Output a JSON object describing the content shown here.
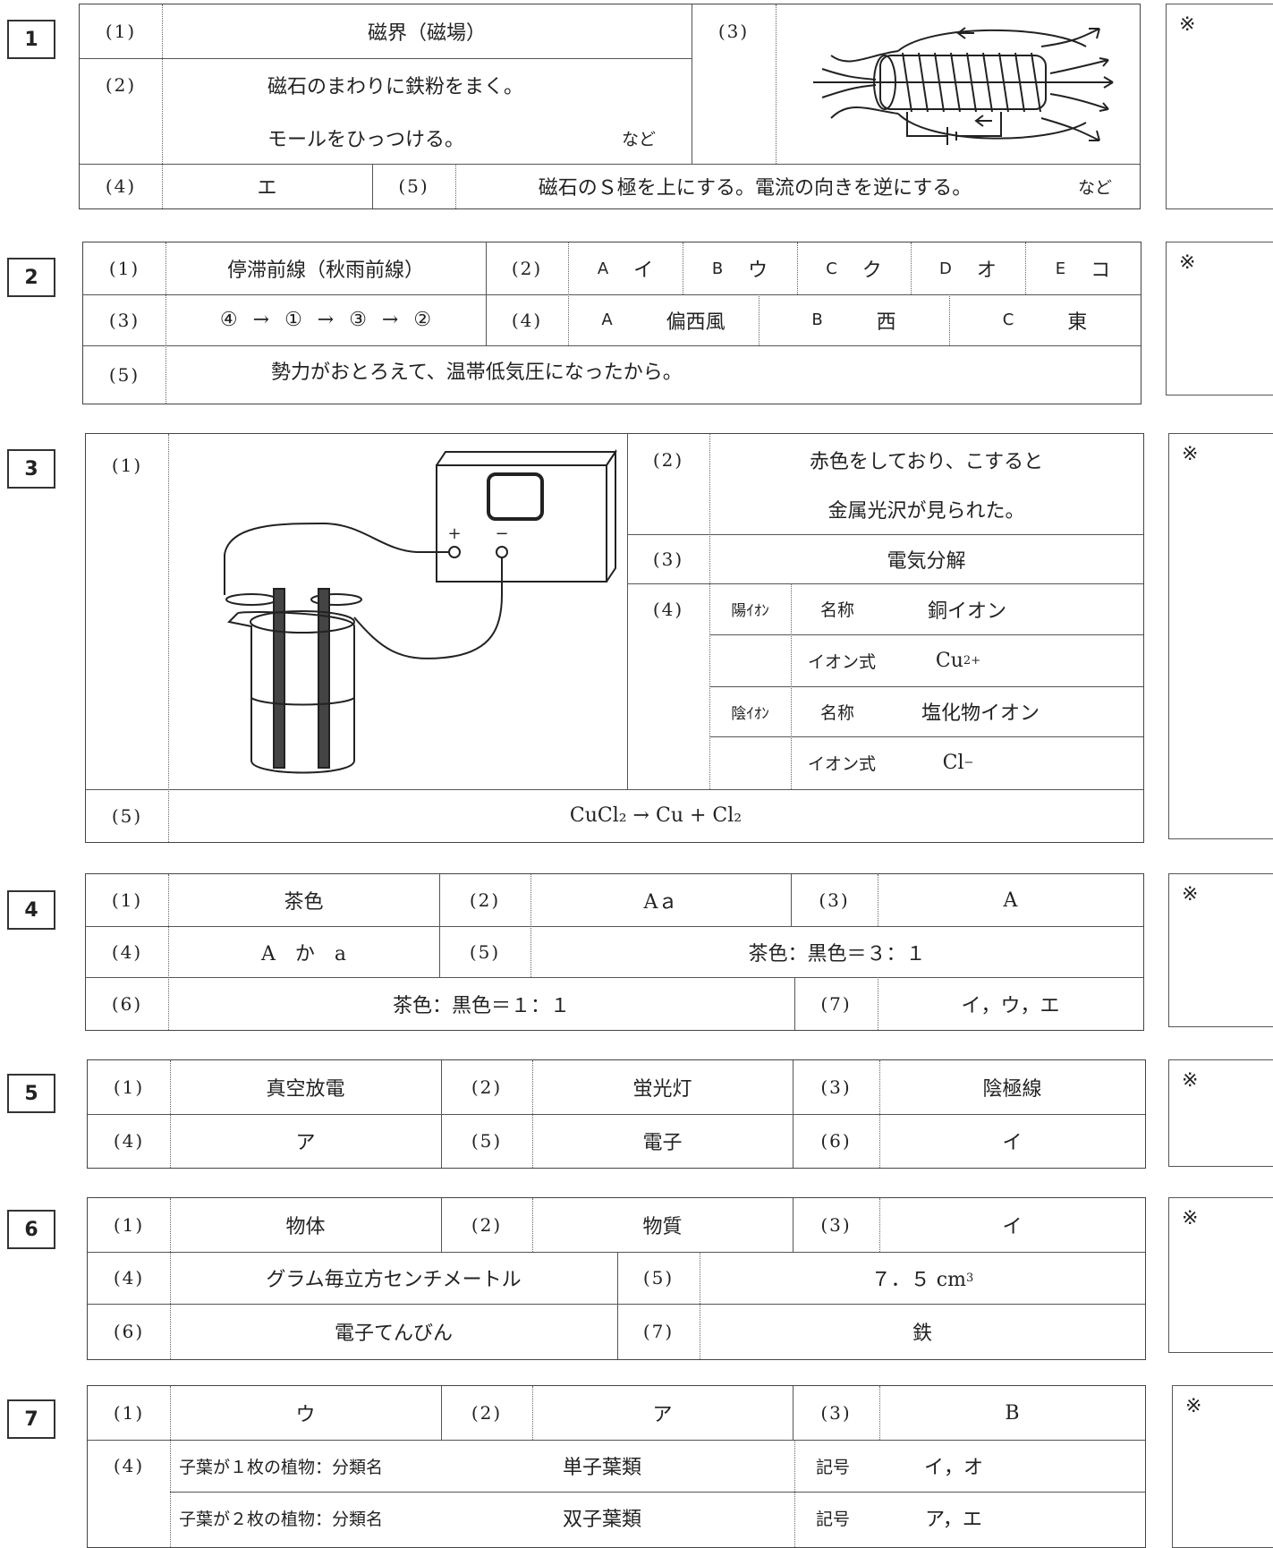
{
  "sections": [
    {
      "number": "1",
      "labels": [
        "(1)",
        "(2)",
        "(3)",
        "(4)",
        "(5)"
      ],
      "answers": {
        "a1": "磁界（磁場）",
        "a2_line1": "磁石のまわりに鉄粉をまく。",
        "a2_line2": "モールをひっつける。",
        "a2_etc": "など",
        "a4": "エ",
        "a5": "磁石のＳ極を上にする。電流の向きを逆にする。",
        "a5_etc": "など"
      }
    },
    {
      "number": "2",
      "labels": [
        "(1)",
        "(2)",
        "(3)",
        "(4)",
        "(5)"
      ],
      "answers": {
        "a1": "停滞前線（秋雨前線）",
        "a2": [
          {
            "letter": "A",
            "value": "イ"
          },
          {
            "letter": "B",
            "value": "ウ"
          },
          {
            "letter": "C",
            "value": "ク"
          },
          {
            "letter": "D",
            "value": "オ"
          },
          {
            "letter": "E",
            "value": "コ"
          }
        ],
        "a3": "④ → ① → ③ → ②",
        "a4": [
          {
            "letter": "A",
            "value": "偏西風"
          },
          {
            "letter": "B",
            "value": "西"
          },
          {
            "letter": "C",
            "value": "東"
          }
        ],
        "a5": "勢力がおとろえて、温帯低気圧になったから。"
      }
    },
    {
      "number": "3",
      "labels": [
        "(1)",
        "(2)",
        "(3)",
        "(4)",
        "(5)"
      ],
      "answers": {
        "a2_line1": "赤色をしており、こすると",
        "a2_line2": "金属光沢が見られた。",
        "a3": "電気分解",
        "cation_label": "陽ｲｵﾝ",
        "anion_label": "陰ｲｵﾝ",
        "name_label": "名称",
        "formula_label": "イオン式",
        "cation_name": "銅イオン",
        "cation_formula": "Cu",
        "cation_charge": "2+",
        "anion_name": "塩化物イオン",
        "anion_formula": "Cl",
        "anion_charge": "−",
        "a5": "CuCl₂ → Cu + Cl₂"
      },
      "diagram": {
        "plus": "+",
        "minus": "−"
      }
    },
    {
      "number": "4",
      "labels": [
        "(1)",
        "(2)",
        "(3)",
        "(4)",
        "(5)",
        "(6)",
        "(7)"
      ],
      "answers": {
        "a1": "茶色",
        "a2": "Aａ",
        "a3": "A",
        "a4": "A　か　a",
        "a5": "茶色：黒色＝３：１",
        "a6": "茶色：黒色＝１：１",
        "a7": "イ，ウ，エ"
      }
    },
    {
      "number": "5",
      "labels": [
        "(1)",
        "(2)",
        "(3)",
        "(4)",
        "(5)",
        "(6)"
      ],
      "answers": {
        "a1": "真空放電",
        "a2": "蛍光灯",
        "a3": "陰極線",
        "a4": "ア",
        "a5": "電子",
        "a6": "イ"
      }
    },
    {
      "number": "6",
      "labels": [
        "(1)",
        "(2)",
        "(3)",
        "(4)",
        "(5)",
        "(6)",
        "(7)"
      ],
      "answers": {
        "a1": "物体",
        "a2": "物質",
        "a3": "イ",
        "a4": "グラム毎立方センチメートル",
        "a5": "７．５ cm",
        "a5_exp": "3",
        "a6": "電子てんびん",
        "a7": "鉄"
      }
    },
    {
      "number": "7",
      "labels": [
        "(1)",
        "(2)",
        "(3)",
        "(4)"
      ],
      "answers": {
        "a1": "ウ",
        "a2": "ア",
        "a3": "B",
        "mono_prompt": "子葉が１枚の植物：分類名",
        "mono_name": "単子葉類",
        "dicot_prompt": "子葉が２枚の植物：分類名",
        "dicot_name": "双子葉類",
        "symbol_label": "記号",
        "mono_symbols": "イ，オ",
        "dicot_symbols": "ア，エ"
      }
    }
  ],
  "score_mark": "※"
}
